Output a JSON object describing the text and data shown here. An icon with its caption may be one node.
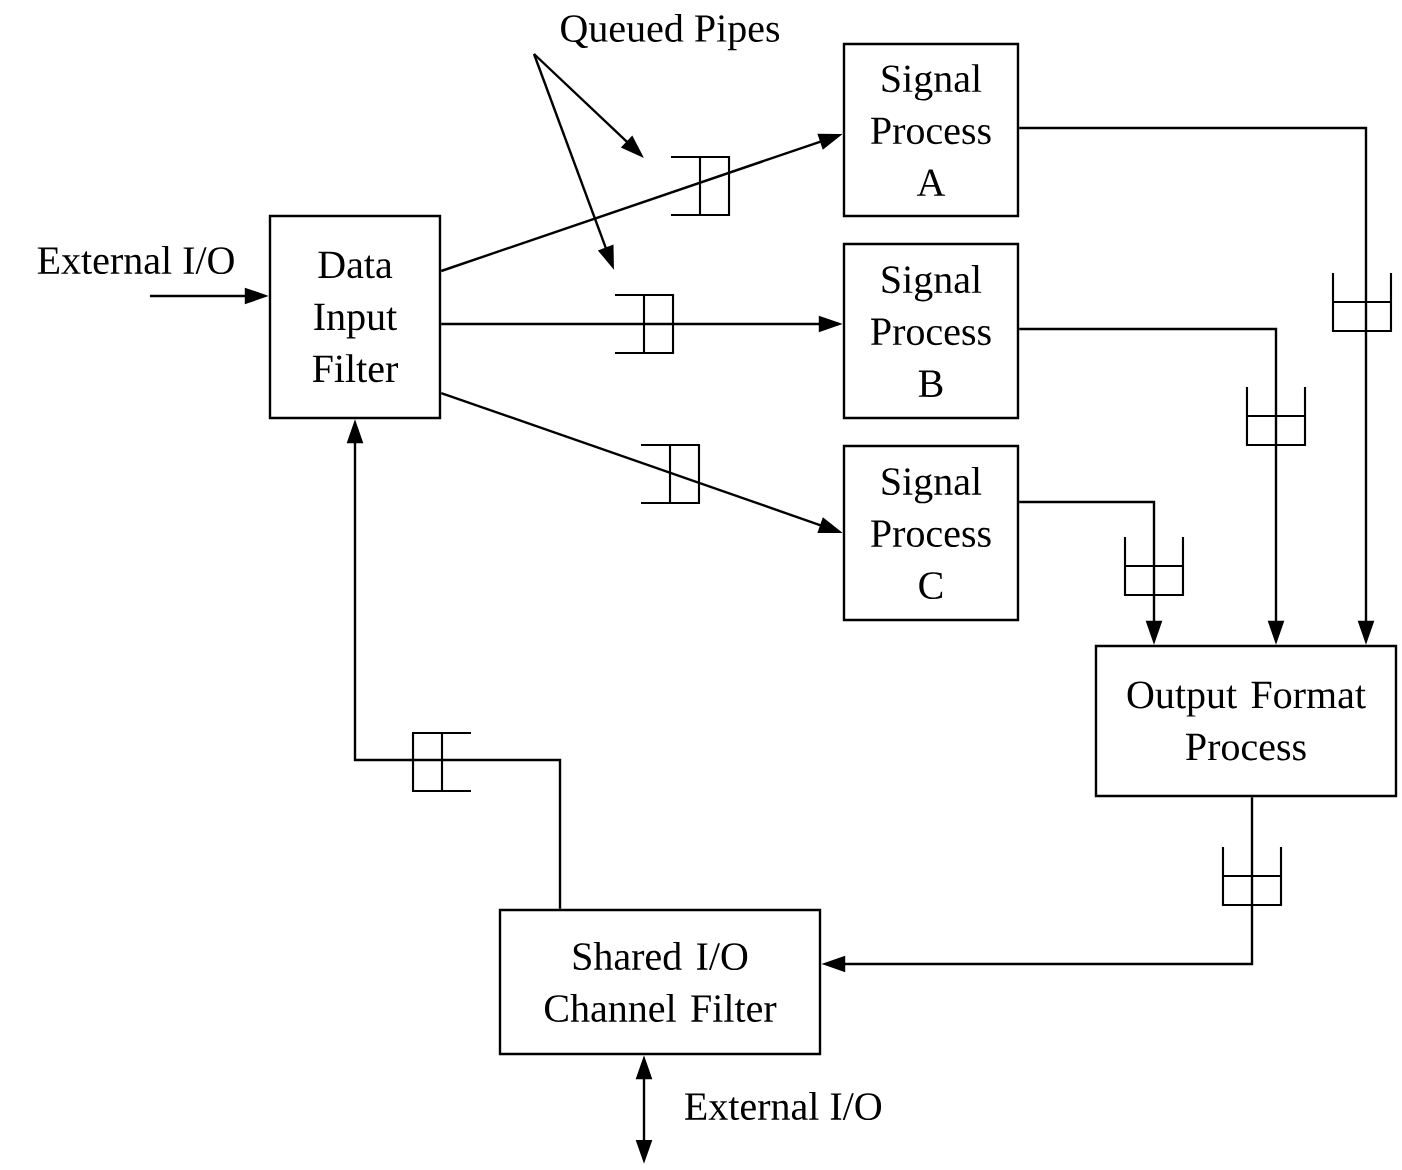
{
  "diagram": {
    "nodes": [
      {
        "text": [
          "Data Input Filter"
        ]
      },
      {
        "text": [
          "Signal Process A"
        ]
      },
      {
        "text": [
          "Signal Process B"
        ]
      },
      {
        "text": [
          "Signal Process C"
        ]
      },
      {
        "text": [
          "Output Format Process"
        ]
      },
      {
        "text": [
          "Shared I/O Channel Filter"
        ]
      },
      {
        "text": [
          "Queued Pipes"
        ]
      }
    ],
    "edges": [
      {
        "from": null,
        "to": 0,
        "arrow": "to"
      },
      {
        "from": 0,
        "to": 1,
        "arrow": "to"
      },
      {
        "from": 0,
        "to": 2,
        "arrow": "to"
      },
      {
        "from": 0,
        "to": 3,
        "arrow": "to"
      },
      {
        "from": 1,
        "to": 4,
        "arrow": "to"
      },
      {
        "from": 2,
        "to": 4,
        "arrow": "to"
      },
      {
        "from": 3,
        "to": 4,
        "arrow": "to"
      },
      {
        "from": 4,
        "to": 5,
        "arrow": "to"
      },
      {
        "from": 5,
        "to": 0,
        "arrow": "to"
      },
      {
        "from": 5,
        "to": null,
        "arrow": "both"
      },
      {
        "from": 6,
        "to": null,
        "arrow": "to"
      },
      {
        "from": 6,
        "to": null,
        "arrow": "to"
      }
    ],
    "labels": [
      "External I/O",
      "External I/O"
    ]
  }
}
